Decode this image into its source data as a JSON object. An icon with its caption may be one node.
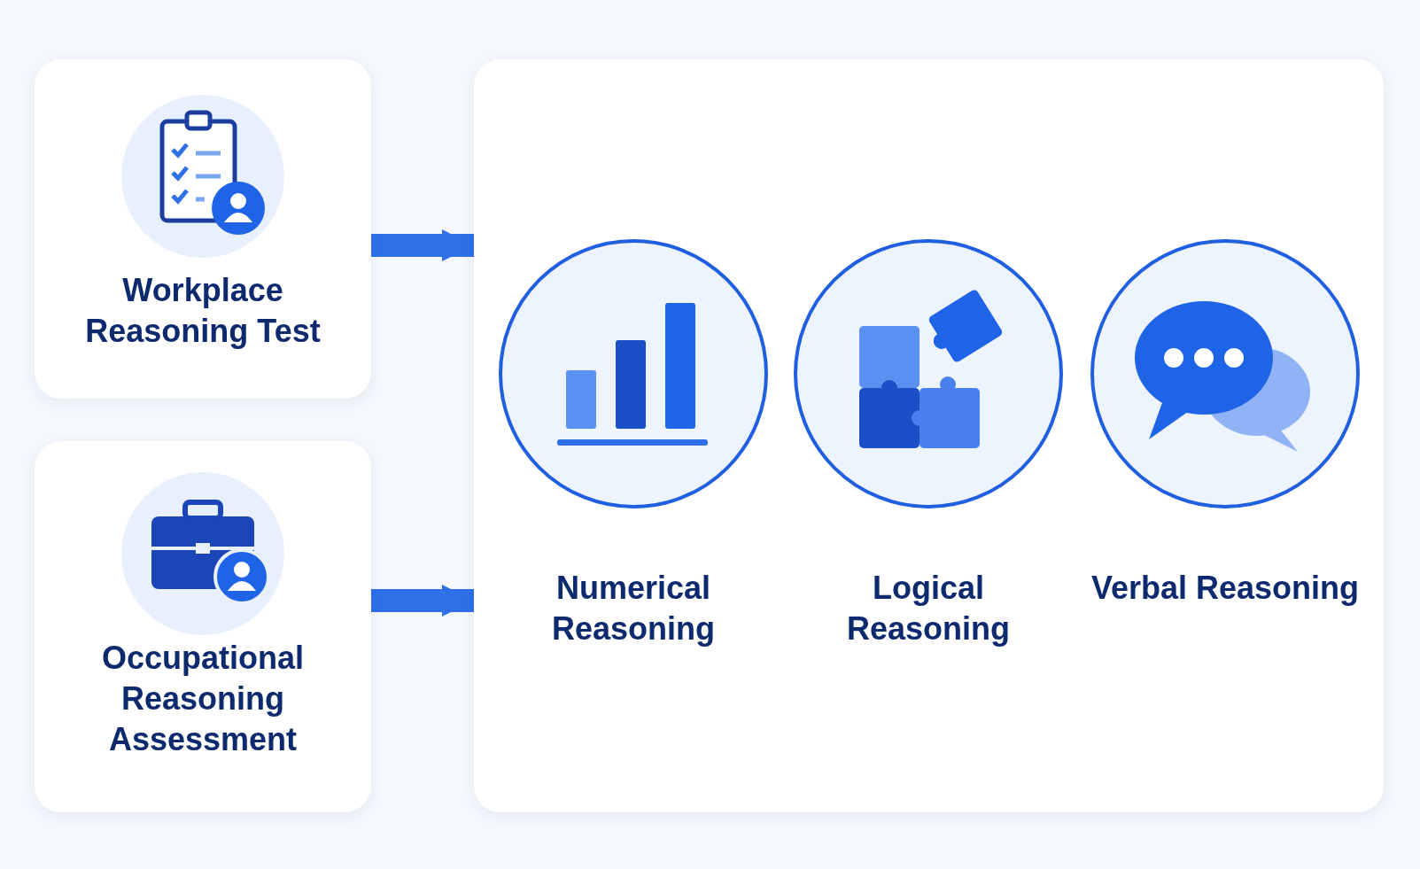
{
  "diagram": {
    "nodes": [
      {
        "text": [
          "Workplace Reasoning Test"
        ]
      },
      {
        "text": [
          "Occupational Reasoning Assessment"
        ]
      },
      {
        "text": [],
        "shape": "box"
      },
      {
        "text": [
          "Numerical Reasoning"
        ],
        "in": 2
      },
      {
        "text": [
          "Logical Reasoning"
        ],
        "in": 2
      },
      {
        "text": [
          "Verbal Reasoning"
        ],
        "in": 2
      }
    ],
    "edges": [
      {
        "from": 0,
        "to": 2,
        "arrow": "to"
      },
      {
        "from": 1,
        "to": 2,
        "arrow": "to"
      }
    ]
  }
}
